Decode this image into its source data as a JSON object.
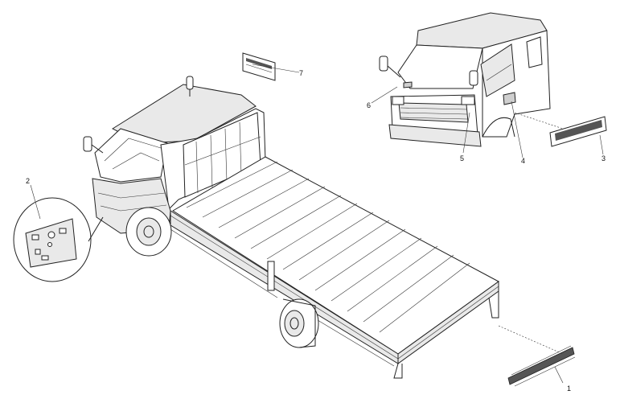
{
  "callouts": [
    {
      "number": "1"
    },
    {
      "number": "2"
    },
    {
      "number": "3"
    },
    {
      "number": "4"
    },
    {
      "number": "5"
    },
    {
      "number": "6"
    },
    {
      "number": "7"
    }
  ],
  "colors": {
    "line": "#222222",
    "background": "#ffffff",
    "panel_shade": "#e9e9e9",
    "decal_dark": "#555555"
  }
}
